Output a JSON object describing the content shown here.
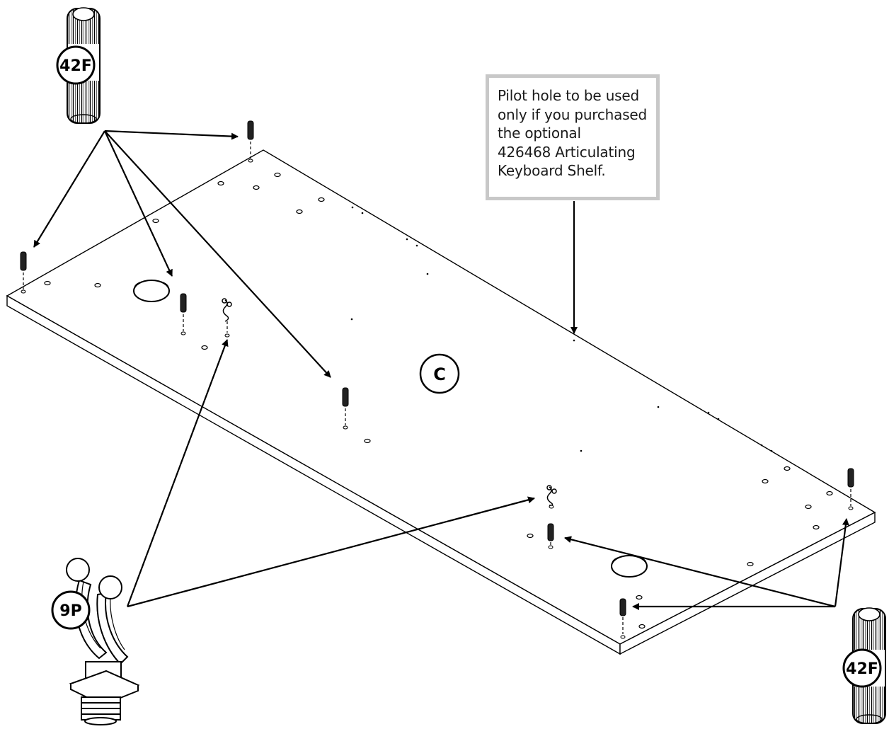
{
  "callout": {
    "text": "Pilot hole to be used\nonly if you purchased\nthe optional\n426468 Articulating\nKeyboard Shelf."
  },
  "parts": {
    "panel_label": "C",
    "dowel_top_label": "42F",
    "dowel_bottom_label": "42F",
    "clip_label": "9P"
  }
}
